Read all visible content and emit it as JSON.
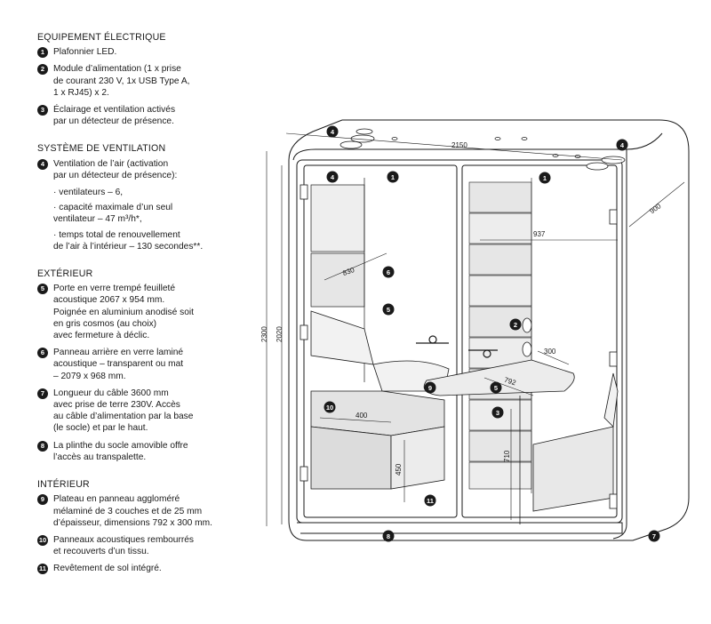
{
  "specs": {
    "electrical": {
      "title": "EQUIPEMENT ÉLECTRIQUE",
      "items": [
        {
          "num": "1",
          "text": "Plafonnier LED."
        },
        {
          "num": "2",
          "text": "Module d’alimentation (1 x prise\nde courant 230 V, 1x USB Type A,\n1 x RJ45) x 2."
        },
        {
          "num": "3",
          "text": "Éclairage et ventilation activés\npar un détecteur de présence."
        }
      ]
    },
    "ventilation": {
      "title": "SYSTÈME DE VENTILATION",
      "items": [
        {
          "num": "4",
          "text": "Ventilation de l’air (activation\npar un détecteur de présence):"
        }
      ],
      "subitems": [
        "· ventilateurs – 6,",
        "· capacité maximale d’un seul\nventilateur – 47 m³/h*,",
        "· temps total de renouvellement\nde l’air à l’intérieur – 130 secondes**."
      ]
    },
    "exterior": {
      "title": "EXTÉRIEUR",
      "items": [
        {
          "num": "5",
          "text": "Porte en verre trempé feuilleté\nacoustique 2067 x 954 mm.\nPoignée en aluminium anodisé soit\nen gris cosmos (au choix)\navec fermeture à déclic."
        },
        {
          "num": "6",
          "text": "Panneau arrière en verre laminé\nacoustique – transparent ou mat\n– 2079 x 968 mm."
        },
        {
          "num": "7",
          "text": "Longueur du câble 3600 mm\navec prise de terre 230V. Accès\nau câble d’alimentation par la base\n(le socle) et par le haut."
        },
        {
          "num": "8",
          "text": "La plinthe du socle amovible offre\nl’accès au transpalette."
        }
      ]
    },
    "interior": {
      "title": "INTÉRIEUR",
      "items": [
        {
          "num": "9",
          "text": "Plateau en panneau aggloméré\nmélaminé de 3 couches et de 25 mm\nd’épaisseur, dimensions 792 x 300 mm."
        },
        {
          "num": "10",
          "text": "Panneaux acoustiques rembourrés\net recouverts d’un tissu."
        },
        {
          "num": "11",
          "text": "Revêtement de sol intégré."
        }
      ]
    }
  },
  "dimensions": {
    "width": "2150",
    "depth": "900",
    "height_total": "2300",
    "height_inner": "2020",
    "inner_width": "937",
    "back_panel": "830",
    "bench_depth": "400",
    "bench_height": "450",
    "table_width": "300",
    "table_length": "792",
    "table_height": "710"
  },
  "callouts": {
    "c1": "1",
    "c2": "2",
    "c3": "3",
    "c4": "4",
    "c5": "5",
    "c6": "6",
    "c7": "7",
    "c8": "8",
    "c9": "9",
    "c10": "10",
    "c11": "11"
  },
  "colors": {
    "line": "#1a1a1a",
    "shade": "#e3e3e3",
    "light": "#f2f2f2"
  }
}
